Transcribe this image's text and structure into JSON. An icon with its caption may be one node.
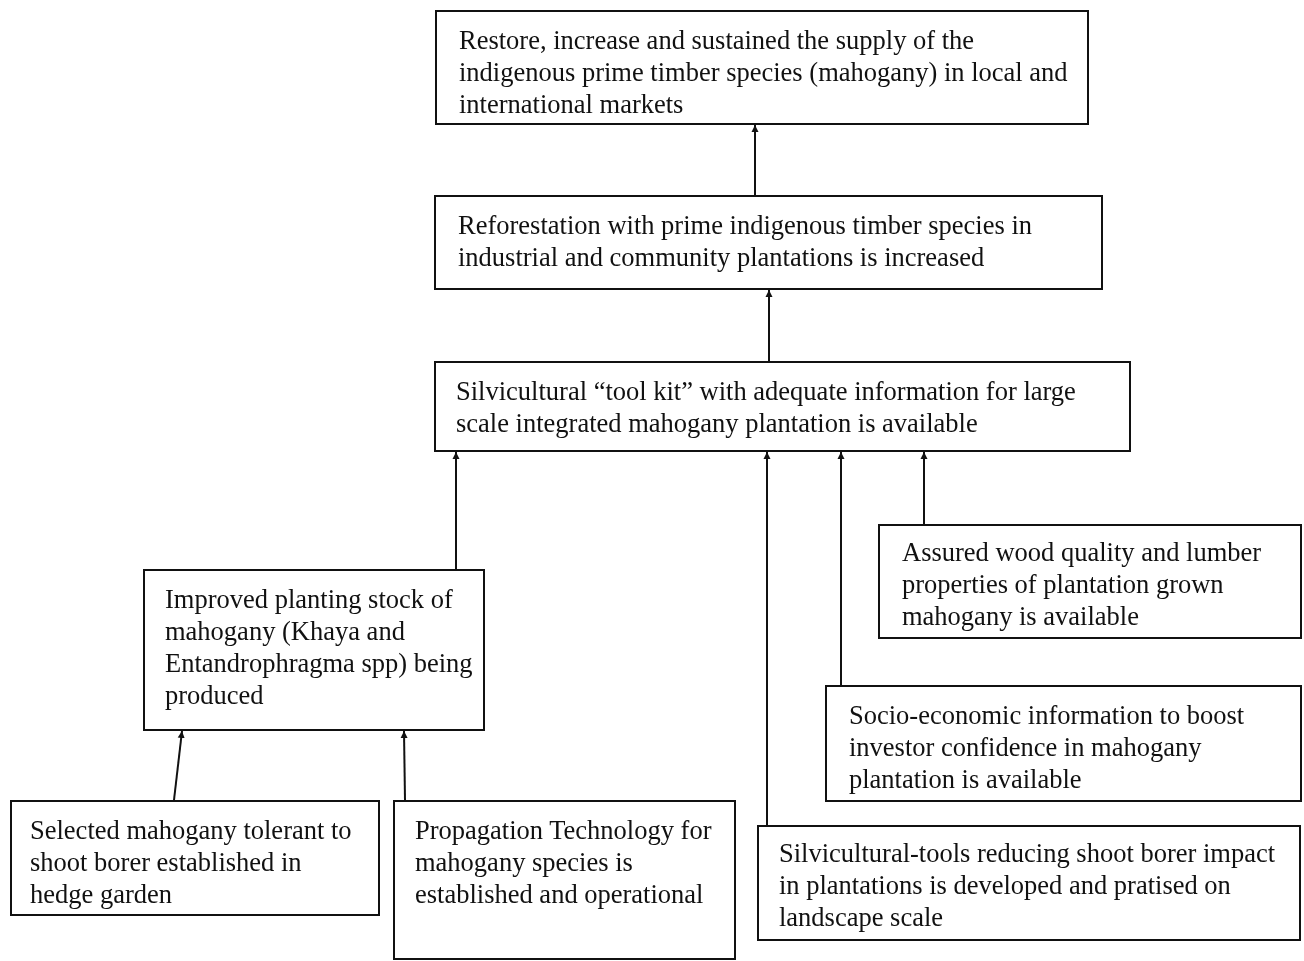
{
  "diagram": {
    "nodes": [
      {
        "text": [
          "Restore, increase and sustained the supply of the indigenous prime timber species (mahogany) in local and international markets"
        ]
      },
      {
        "text": [
          "Reforestation with prime indigenous timber species in industrial and community plantations is increased"
        ]
      },
      {
        "text": [
          "Silvicultural “tool kit” with adequate information for large scale integrated mahogany plantation is available"
        ]
      },
      {
        "text": [
          "Improved planting stock of mahogany (Khaya and Entandrophragma spp) being produced"
        ]
      },
      {
        "text": [
          "Selected mahogany tolerant to shoot borer established in hedge garden"
        ]
      },
      {
        "text": [
          "Propagation Technology for mahogany species is established and operational"
        ]
      },
      {
        "text": [
          "Assured wood quality and lumber properties of plantation grown mahogany is available"
        ]
      },
      {
        "text": [
          "Socio-economic information to boost investor confidence in mahogany plantation is available"
        ]
      },
      {
        "text": [
          "Silvicultural-tools reducing shoot borer impact in plantations is developed and pratised on landscape scale"
        ]
      }
    ],
    "edges": [
      {
        "from": 1,
        "to": 0,
        "arrow": "to"
      },
      {
        "from": 2,
        "to": 1,
        "arrow": "to"
      },
      {
        "from": 3,
        "to": 2,
        "arrow": "to"
      },
      {
        "from": 4,
        "to": 3,
        "arrow": "to"
      },
      {
        "from": 5,
        "to": 3,
        "arrow": "to"
      },
      {
        "from": 8,
        "to": 2,
        "arrow": "to"
      },
      {
        "from": 7,
        "to": 2,
        "arrow": "to"
      },
      {
        "from": 6,
        "to": 2,
        "arrow": "to"
      }
    ]
  }
}
